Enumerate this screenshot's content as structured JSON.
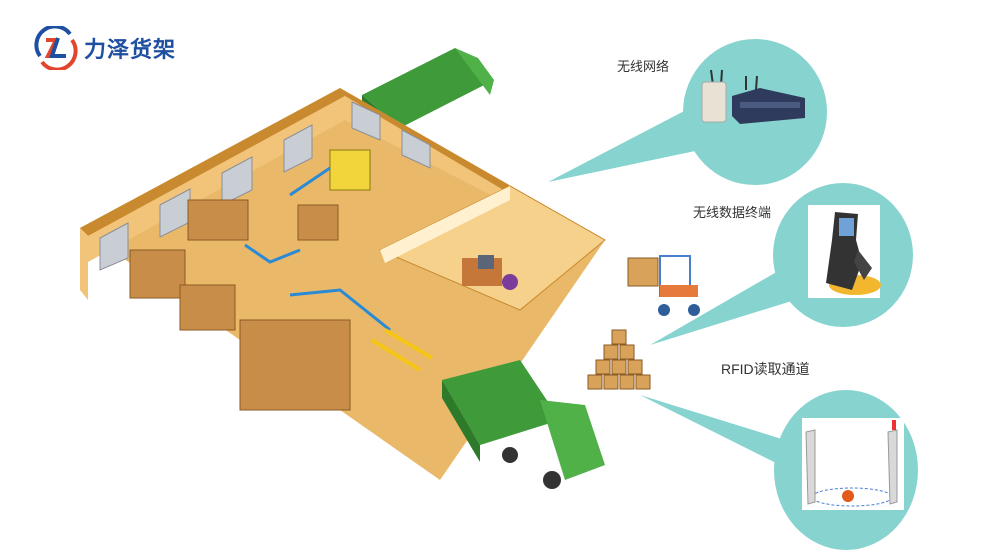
{
  "brand": {
    "name": "力泽货架",
    "primary_color": "#1f4fa0",
    "accent_color": "#e2452b"
  },
  "callouts": [
    {
      "label": "无线网络",
      "icon": "wireless-router-icon"
    },
    {
      "label": "无线数据终端",
      "icon": "handheld-terminal-icon"
    },
    {
      "label": "RFID读取通道",
      "icon": "rfid-gate-icon"
    }
  ],
  "colors": {
    "bubble": "#86d3cf",
    "floor": "#e9b868",
    "wall": "#f2c47a",
    "truck": "#3f9a3a"
  }
}
